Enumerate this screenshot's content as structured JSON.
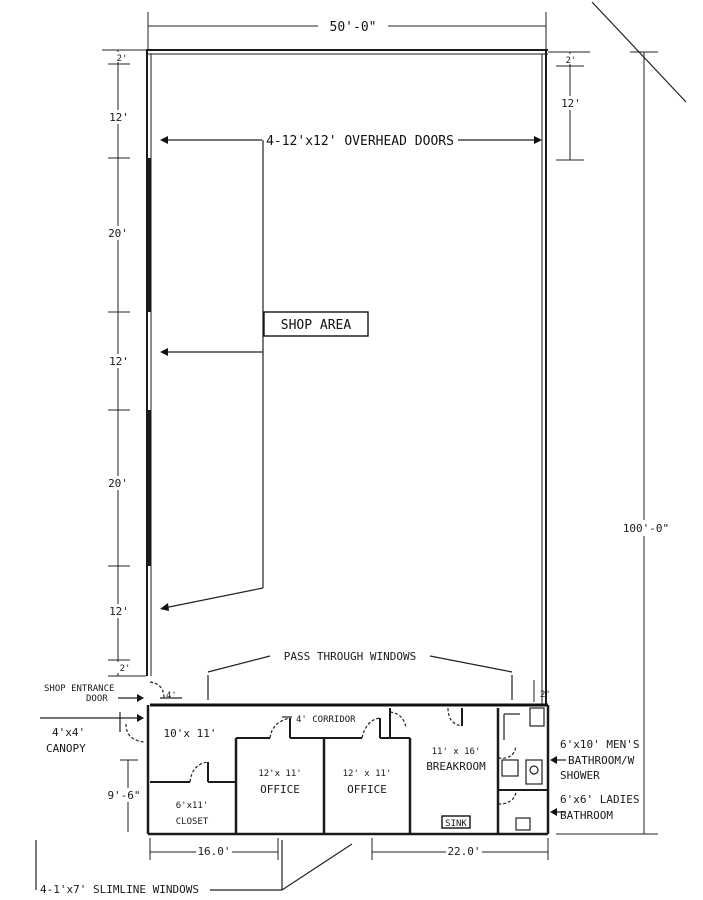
{
  "dimensions": {
    "top_width": "50'-0\"",
    "right_height": "100'-0\"",
    "left_segments": [
      "2'",
      "12'",
      "20'",
      "12'",
      "20'",
      "12'",
      "2'"
    ],
    "right_top_small": "2'",
    "right_top_door": "12'",
    "right_bottom_small": "2'",
    "bottom_left": "16.0'",
    "bottom_right": "22.0'",
    "corridor_gap": "4'",
    "canopy_height": "9'-6\""
  },
  "labels": {
    "overhead_doors": "4-12'x12' OVERHEAD DOORS",
    "shop_area": "SHOP AREA",
    "pass_through": "PASS THROUGH WINDOWS",
    "shop_entrance_1": "SHOP ENTRANCE",
    "shop_entrance_2": "DOOR",
    "canopy_1": "4'x4'",
    "canopy_2": "CANOPY",
    "entry_room": "10'x 11'",
    "corridor": "4' CORRIDOR",
    "closet_1": "6'x11'",
    "closet_2": "CLOSET",
    "office_a_1": "12'x 11'",
    "office_a_2": "OFFICE",
    "office_b_1": "12' x 11'",
    "office_b_2": "OFFICE",
    "break_1": "11' x 16'",
    "break_2": "BREAKROOM",
    "sink": "SINK",
    "mens_1": "6'x10' MEN'S",
    "mens_2": "BATHROOM/W",
    "mens_3": "SHOWER",
    "ladies_1": "6'x6' LADIES",
    "ladies_2": "BATHROOM",
    "slimline": "4-1'x7' SLIMLINE WINDOWS"
  }
}
